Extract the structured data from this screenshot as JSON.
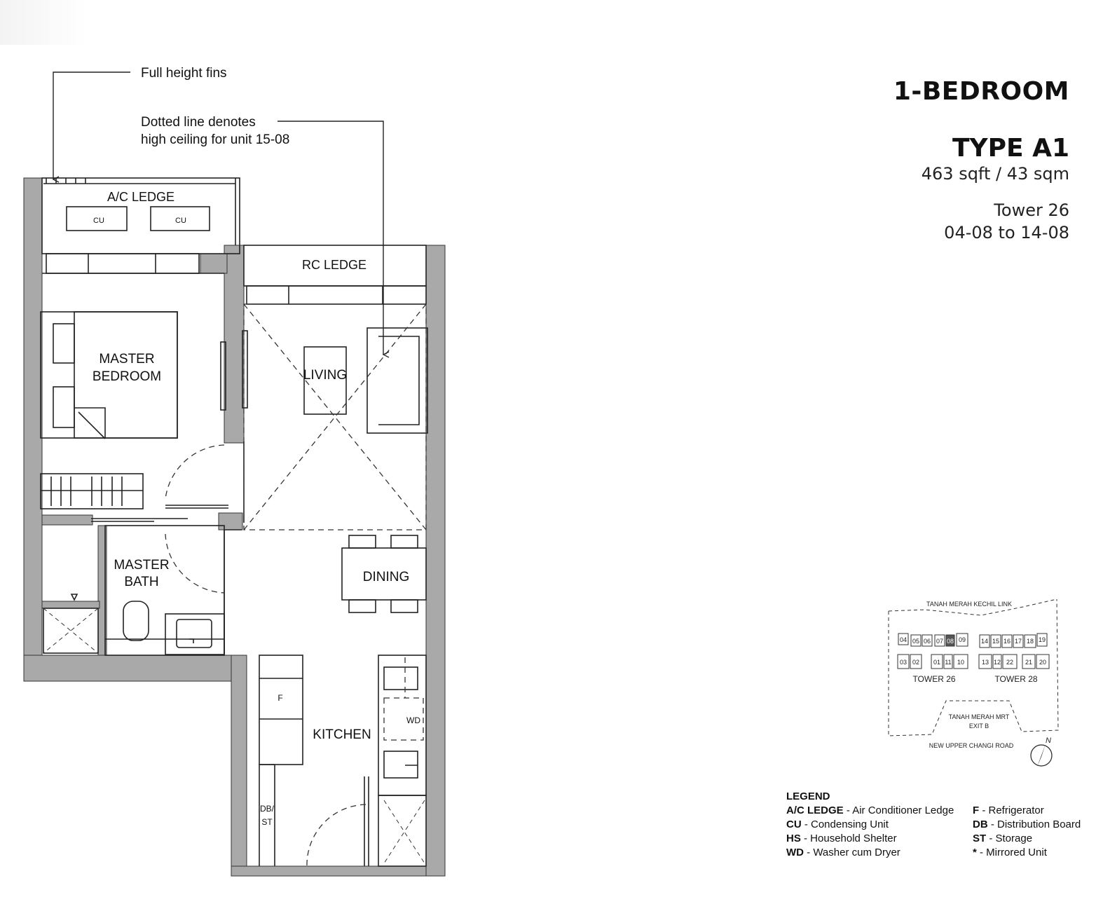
{
  "title": {
    "unit_category": "1-BEDROOM",
    "type": "TYPE A1",
    "area": "463 sqft / 43 sqm",
    "tower": "Tower 26",
    "units": "04-08 to 14-08"
  },
  "annotations": {
    "fins": "Full height fins",
    "dotted_line_1": "Dotted line denotes",
    "dotted_line_2": "high ceiling for unit 15-08"
  },
  "rooms": {
    "ac_ledge": "A/C LEDGE",
    "cu": "CU",
    "rc_ledge": "RC LEDGE",
    "living": "LIVING",
    "master_bedroom_1": "MASTER",
    "master_bedroom_2": "BEDROOM",
    "master_bath_1": "MASTER",
    "master_bath_2": "BATH",
    "dining": "DINING",
    "kitchen": "KITCHEN",
    "fridge": "F",
    "washer": "WD",
    "db_st_1": "DB/",
    "db_st_2": "ST"
  },
  "site_plan": {
    "road_top": "TANAH MERAH KECHIL LINK",
    "units_top_t26": [
      "04",
      "05",
      "06",
      "07",
      "08",
      "09"
    ],
    "units_bottom_t26": [
      "03",
      "02",
      "01",
      "11",
      "10"
    ],
    "units_top_t28": [
      "14",
      "15",
      "16",
      "17",
      "18",
      "19"
    ],
    "units_bottom_t28": [
      "13",
      "12",
      "22",
      "21",
      "20"
    ],
    "tower26": "TOWER 26",
    "tower28": "TOWER 28",
    "mrt_1": "TANAH MERAH MRT",
    "mrt_2": "EXIT B",
    "road_bottom": "NEW UPPER CHANGI ROAD",
    "north": "N"
  },
  "legend": {
    "title": "LEGEND",
    "left": [
      {
        "abbr": "A/C LEDGE",
        "desc": " - Air Conditioner Ledge"
      },
      {
        "abbr": "CU",
        "desc": " - Condensing Unit"
      },
      {
        "abbr": "HS",
        "desc": " - Household Shelter"
      },
      {
        "abbr": "WD",
        "desc": " - Washer cum Dryer"
      }
    ],
    "right": [
      {
        "abbr": "F",
        "desc": " - Refrigerator"
      },
      {
        "abbr": "DB",
        "desc": " - Distribution Board"
      },
      {
        "abbr": "ST",
        "desc": " - Storage"
      },
      {
        "abbr": "*",
        "desc": " - Mirrored Unit"
      }
    ]
  },
  "colors": {
    "wall": "#a9a9a9",
    "line": "#222222",
    "highlight_unit": "#555555"
  }
}
